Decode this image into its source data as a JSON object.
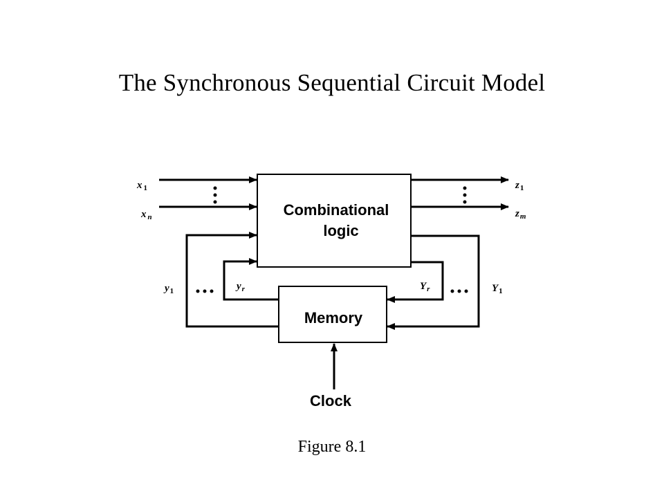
{
  "title": "The Synchronous Sequential Circuit Model",
  "caption": "Figure 8.1",
  "blocks": {
    "combinational_line1": "Combinational",
    "combinational_line2": "logic",
    "memory": "Memory",
    "clock": "Clock"
  },
  "signals": {
    "x1": {
      "base": "x",
      "sub": "1"
    },
    "xn": {
      "base": "x",
      "sub": "n"
    },
    "z1": {
      "base": "z",
      "sub": "1"
    },
    "zm": {
      "base": "z",
      "sub": "m"
    },
    "y1": {
      "base": "y",
      "sub": "1"
    },
    "yr": {
      "base": "y",
      "sub": "r"
    },
    "Yr": {
      "base": "Y",
      "sub": "r"
    },
    "Y1": {
      "base": "Y",
      "sub": "1"
    }
  }
}
